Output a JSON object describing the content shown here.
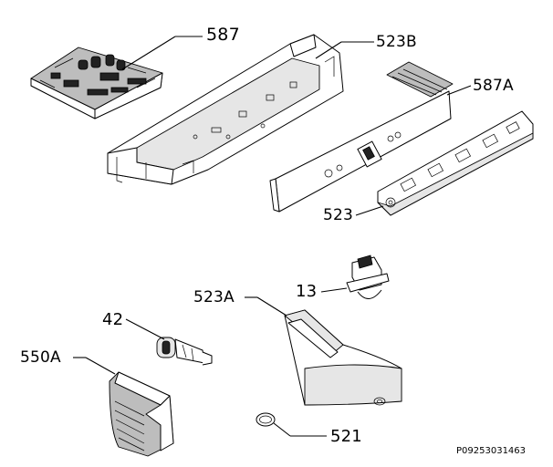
{
  "parts": {
    "p587": "587",
    "p523b": "523B",
    "p587a": "587A",
    "p523": "523",
    "p13": "13",
    "p523a": "523A",
    "p42": "42",
    "p550a": "550A",
    "p521": "521"
  },
  "drawing_code": "P09253031463"
}
